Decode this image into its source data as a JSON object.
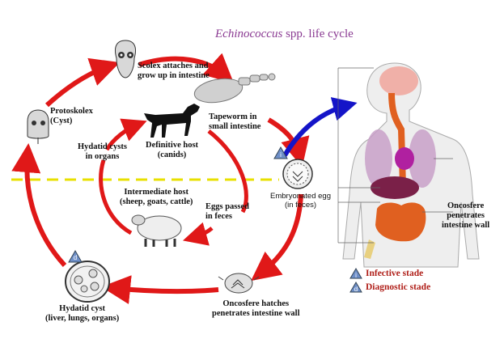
{
  "title": {
    "italic": "Echinococcus",
    "rest": " spp. life cycle"
  },
  "labels": {
    "scolex": "Scolex attaches and\ngrow up in intestine",
    "protoskolex": "Protoskolex\n(Cyst)",
    "definitive_host": "Definitive host\n(canids)",
    "tapeworm": "Tapeworm in\nsmall intestine",
    "hydatid_cysts_organs": "Hydatid cysts\nin organs",
    "intermediate_host": "Intermediate host\n(sheep, goats, cattle)",
    "eggs_passed": "Eggs passed\nin feces",
    "embryonated_egg": "Embryonated egg\n(in feces)",
    "oncosfere_wall": "Oncosfere\npenetrates\nintestine wall",
    "oncosfere_hatches": "Oncosfere hatches\npenetrates intestine wall",
    "hydatid_cyst": "Hydatid cyst\n(liver, lungs, organs)"
  },
  "markers": {
    "infective": "i",
    "diagnostic": "d"
  },
  "legend": {
    "infective": "Infective stade",
    "diagnostic": "Diagnostic stade"
  },
  "colors": {
    "cycle_arrow": "#e01818",
    "blue_arrow": "#1414c8",
    "divider": "#e8e000",
    "title": "#8a3a92",
    "marker": "#6e8fc8"
  }
}
